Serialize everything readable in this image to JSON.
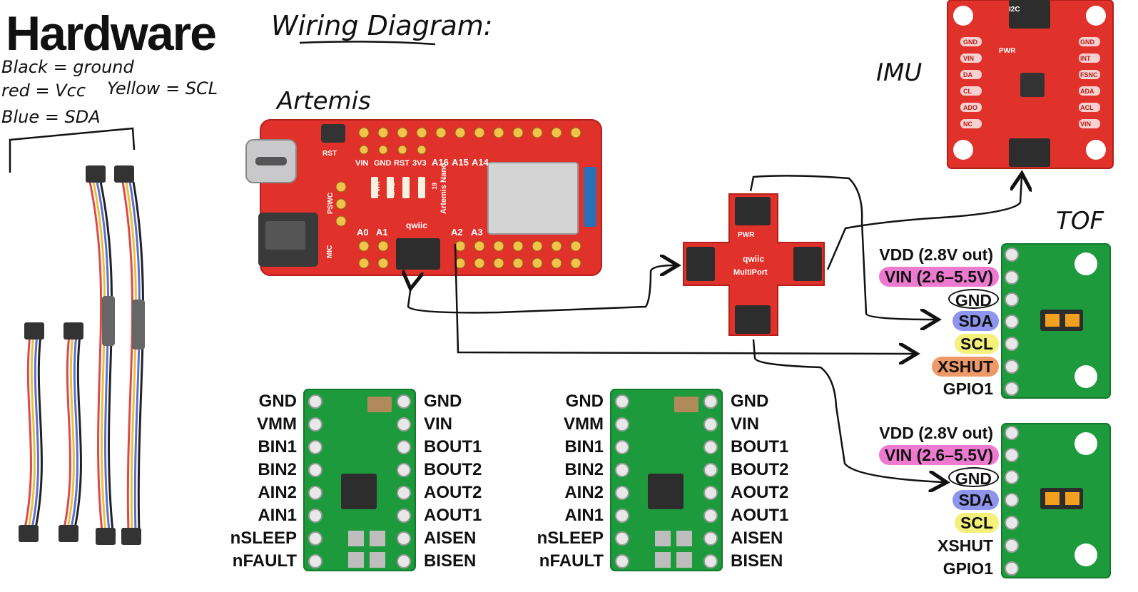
{
  "header": {
    "title": "Hardware",
    "diagram_title": "Wiring Diagram:"
  },
  "legend": [
    "Black = ground",
    "red = Vcc",
    "Yellow = SCL",
    "Blue = SDA"
  ],
  "labels": {
    "artemis": "Artemis",
    "imu": "IMU",
    "tof": "TOF"
  },
  "artemis_board": {
    "pins": [
      "VIN",
      "GND",
      "RST",
      "3V3",
      "A16",
      "A15",
      "A14",
      "A0",
      "A1",
      "A2",
      "A3"
    ],
    "silk": [
      "RST",
      "PSWC",
      "MIC",
      "qwiic",
      "Artemis Nano",
      "PWR",
      "CHG",
      "TX",
      "RX",
      "19"
    ]
  },
  "imu_board": {
    "left_pins": [
      "GND",
      "VIN",
      "DA",
      "CL",
      "ADO",
      "NC"
    ],
    "right_pins": [
      "GND",
      "INT",
      "FSNC",
      "ADA",
      "ACL",
      "VIN"
    ],
    "silk": [
      "I2C",
      "PWR"
    ]
  },
  "multiport": {
    "silk": [
      "PWR",
      "qwiic",
      "MultiPort"
    ]
  },
  "motor_driver": {
    "left_pins": [
      "GND",
      "VMM",
      "BIN1",
      "BIN2",
      "AIN2",
      "AIN1",
      "nSLEEP",
      "nFAULT"
    ],
    "right_pins": [
      "GND",
      "VIN",
      "BOUT1",
      "BOUT2",
      "AOUT2",
      "AOUT1",
      "AISEN",
      "BISEN"
    ]
  },
  "tof1": {
    "pins": [
      "VDD (2.8V out)",
      "VIN (2.6–5.5V)",
      "GND",
      "SDA",
      "SCL",
      "XSHUT",
      "GPIO1"
    ]
  },
  "tof2": {
    "pins": [
      "VDD (2.8V out)",
      "VIN (2.6–5.5V)",
      "GND",
      "SDA",
      "SCL",
      "XSHUT",
      "GPIO1"
    ]
  },
  "colors": {
    "sparkfun_red": "#e0312b",
    "pololu_green": "#1c9a3c",
    "pink": "#ee7ad0",
    "blue": "#8e95ec",
    "yellow": "#f4f07a",
    "orange": "#ee9a68",
    "cable_colors": [
      "#222222",
      "#e04848",
      "#e9c23c",
      "#5a6fd6"
    ]
  }
}
